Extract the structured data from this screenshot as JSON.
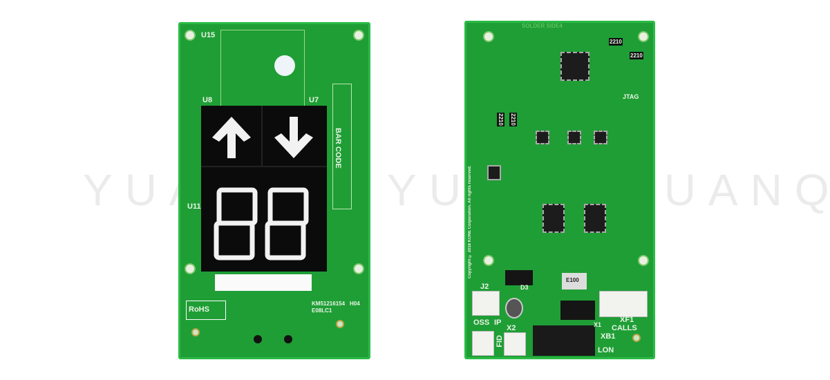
{
  "watermark": "YUANQI",
  "front_board": {
    "labels": {
      "u15": "U15",
      "u8": "U8",
      "u7": "U7",
      "u11": "U11",
      "barcode": "BAR CODE",
      "rohs": "RoHS",
      "part": "KM51216154",
      "rev": "H04",
      "sub": "E08LC1"
    },
    "display": {
      "digits": "88",
      "colors": {
        "board": "#1f9e36",
        "display": "#0b0b0b",
        "segment": "#f2f2f2"
      }
    }
  },
  "back_board": {
    "labels": {
      "solder_side": "SOLDER SIDE4",
      "jtag": "JTAG",
      "j2": "J2",
      "oss": "OSS",
      "ip": "IP",
      "x2": "X2",
      "fid": "FID",
      "xf1": "XF1",
      "calls": "CALLS",
      "xb1": "XB1",
      "x1": "X1",
      "lon": "LON",
      "res1": "2210",
      "res2": "2210",
      "res3": "2210",
      "res4": "2210",
      "copyright": "Copyright © 2018 KONE Corporation. All rights reserved.",
      "d3": "D3",
      "e100": "E100"
    }
  }
}
